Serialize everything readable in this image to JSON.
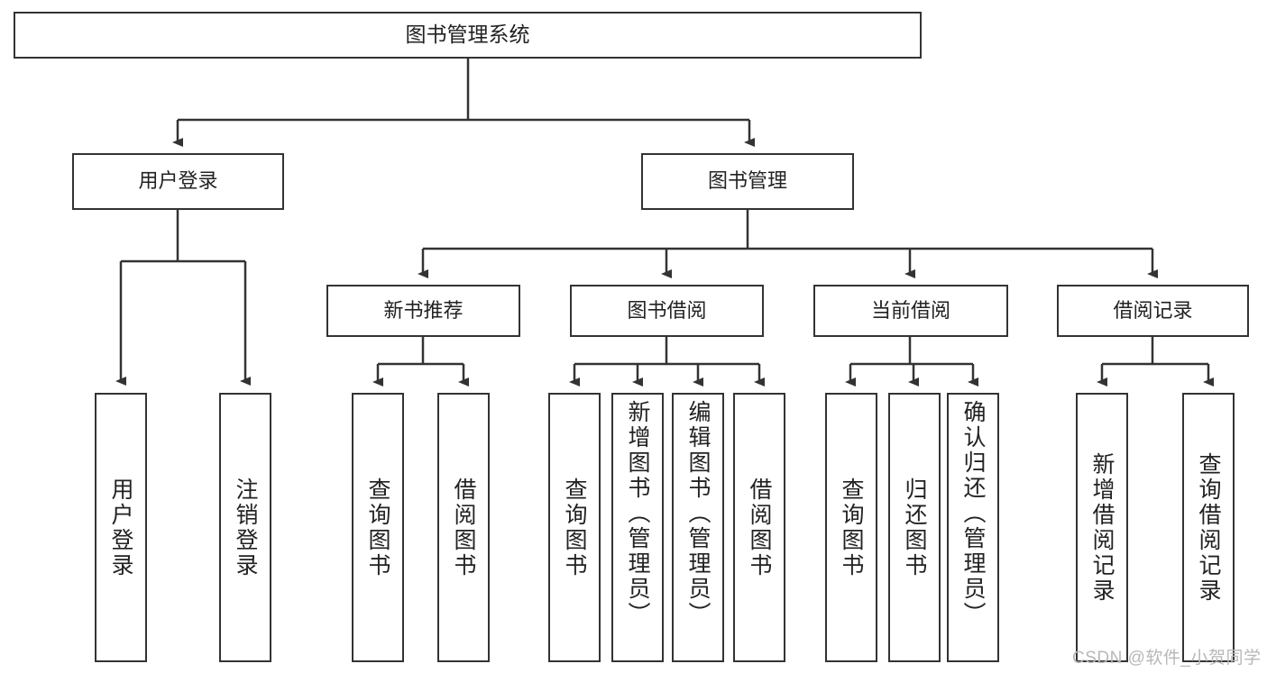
{
  "diagram": {
    "title": "图书管理系统",
    "type": "tree-hierarchy-chart",
    "colors": {
      "box_border": "#333333",
      "box_fill": "#ffffff",
      "connector": "#333333",
      "text": "#222222",
      "watermark": "#b8b8b8"
    },
    "levels": {
      "root": {
        "label": "图书管理系统"
      },
      "level2": [
        {
          "label": "用户登录"
        },
        {
          "label": "图书管理"
        }
      ],
      "level3": [
        {
          "label": "新书推荐"
        },
        {
          "label": "图书借阅"
        },
        {
          "label": "当前借阅"
        },
        {
          "label": "借阅记录"
        }
      ],
      "leaves": [
        {
          "label": "用户登录",
          "parent": "用户登录"
        },
        {
          "label": "注销登录",
          "parent": "用户登录"
        },
        {
          "label": "查询图书",
          "parent": "新书推荐"
        },
        {
          "label": "借阅图书",
          "parent": "新书推荐"
        },
        {
          "label": "查询图书",
          "parent": "图书借阅"
        },
        {
          "label": "新增图书（管理员）",
          "parent": "图书借阅"
        },
        {
          "label": "编辑图书（管理员）",
          "parent": "图书借阅"
        },
        {
          "label": "借阅图书",
          "parent": "图书借阅"
        },
        {
          "label": "查询图书",
          "parent": "当前借阅"
        },
        {
          "label": "归还图书",
          "parent": "当前借阅"
        },
        {
          "label": "确认归还（管理员）",
          "parent": "当前借阅"
        },
        {
          "label": "新增借阅记录",
          "parent": "借阅记录"
        },
        {
          "label": "查询借阅记录",
          "parent": "借阅记录"
        }
      ]
    },
    "watermark": "CSDN @软件_小贺同学"
  }
}
